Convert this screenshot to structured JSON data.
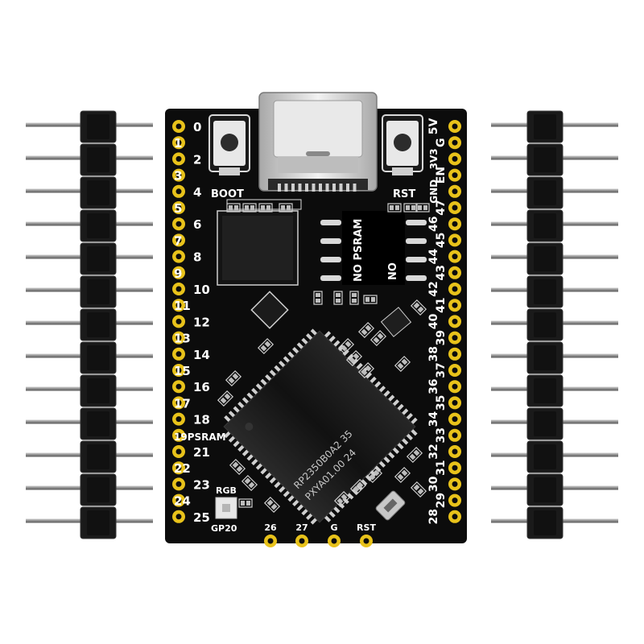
{
  "board": {
    "left_pins": [
      "0",
      "1",
      "2",
      "3",
      "4",
      "5",
      "6",
      "7",
      "8",
      "9",
      "10",
      "11",
      "12",
      "13",
      "14",
      "15",
      "16",
      "17",
      "18",
      "19PSRAM",
      "21",
      "22",
      "23",
      "24",
      "25"
    ],
    "right_pins": [
      "5V",
      "G",
      "3V3",
      "EN",
      "GND",
      "47",
      "46",
      "45",
      "44",
      "43",
      "42",
      "41",
      "40",
      "39",
      "38",
      "37",
      "36",
      "35",
      "34",
      "33",
      "32",
      "31",
      "30",
      "29",
      "28"
    ],
    "bottom_pins": [
      "26",
      "27",
      "G",
      "RST"
    ],
    "boot_label": "BOOT",
    "rst_label": "RST",
    "rgb_label": "RGB",
    "gp20_label": "GP20",
    "psram_note_line1": "NO PSRAM",
    "psram_note_line2": "NO",
    "chip_line1": "RP2350B0A2  35",
    "chip_line2": "PXYA01.00   24"
  },
  "colors": {
    "pcb": "#0c0c0c",
    "pad_gold": "#e8c21a",
    "silkscreen": "#ffffff",
    "header_plastic": "#1a1a1a",
    "pin_metal": "#9a9a9a",
    "usb_metal": "#d8d8d8"
  }
}
